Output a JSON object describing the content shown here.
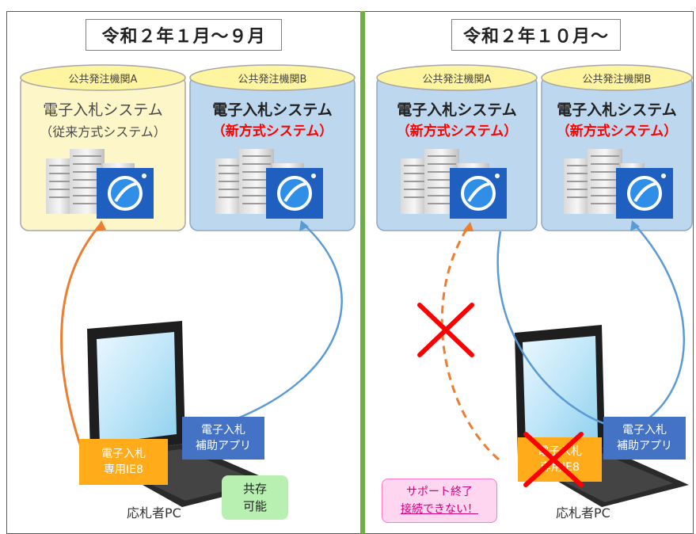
{
  "left_panel": {
    "title": "令和２年１月～９月",
    "agency_a": {
      "label": "公共発注機関A",
      "system_line1": "電子入札システム",
      "system_line2": "（従来方式システム）"
    },
    "agency_b": {
      "label": "公共発注機関B",
      "system_line1": "電子入札システム",
      "system_line2": "（新方式システム）"
    },
    "app_ie": {
      "line1": "電子入札",
      "line2": "専用IE8"
    },
    "app_helper": {
      "line1": "電子入札",
      "line2": "補助アプリ"
    },
    "callout": {
      "line1": "共存",
      "line2": "可能"
    },
    "pc_label": "応札者PC"
  },
  "right_panel": {
    "title": "令和２年１０月～",
    "agency_a": {
      "label": "公共発注機関A",
      "system_line1": "電子入札システム",
      "system_line2": "（新方式システム）"
    },
    "agency_b": {
      "label": "公共発注機関B",
      "system_line1": "電子入札システム",
      "system_line2": "（新方式システム）"
    },
    "app_ie": {
      "line1": "電子入札",
      "line2": "専用IE8"
    },
    "app_helper": {
      "line1": "電子入札",
      "line2": "補助アプリ"
    },
    "support_note": {
      "line1": "サポート終了",
      "line2": "接続できない！"
    },
    "pc_label": "応札者PC"
  },
  "colors": {
    "divider": "#70ad47",
    "legacy_system_bg": "#fdf6c8",
    "new_system_bg": "#bdd7ee",
    "agency_cap": "#fff5a0",
    "ie_box": "#ffab1a",
    "helper_box": "#4472c4",
    "orange_line": "#ed7d31",
    "blue_line": "#5b9bd5",
    "red_text": "#ff0000",
    "cross": "#ff0000"
  }
}
